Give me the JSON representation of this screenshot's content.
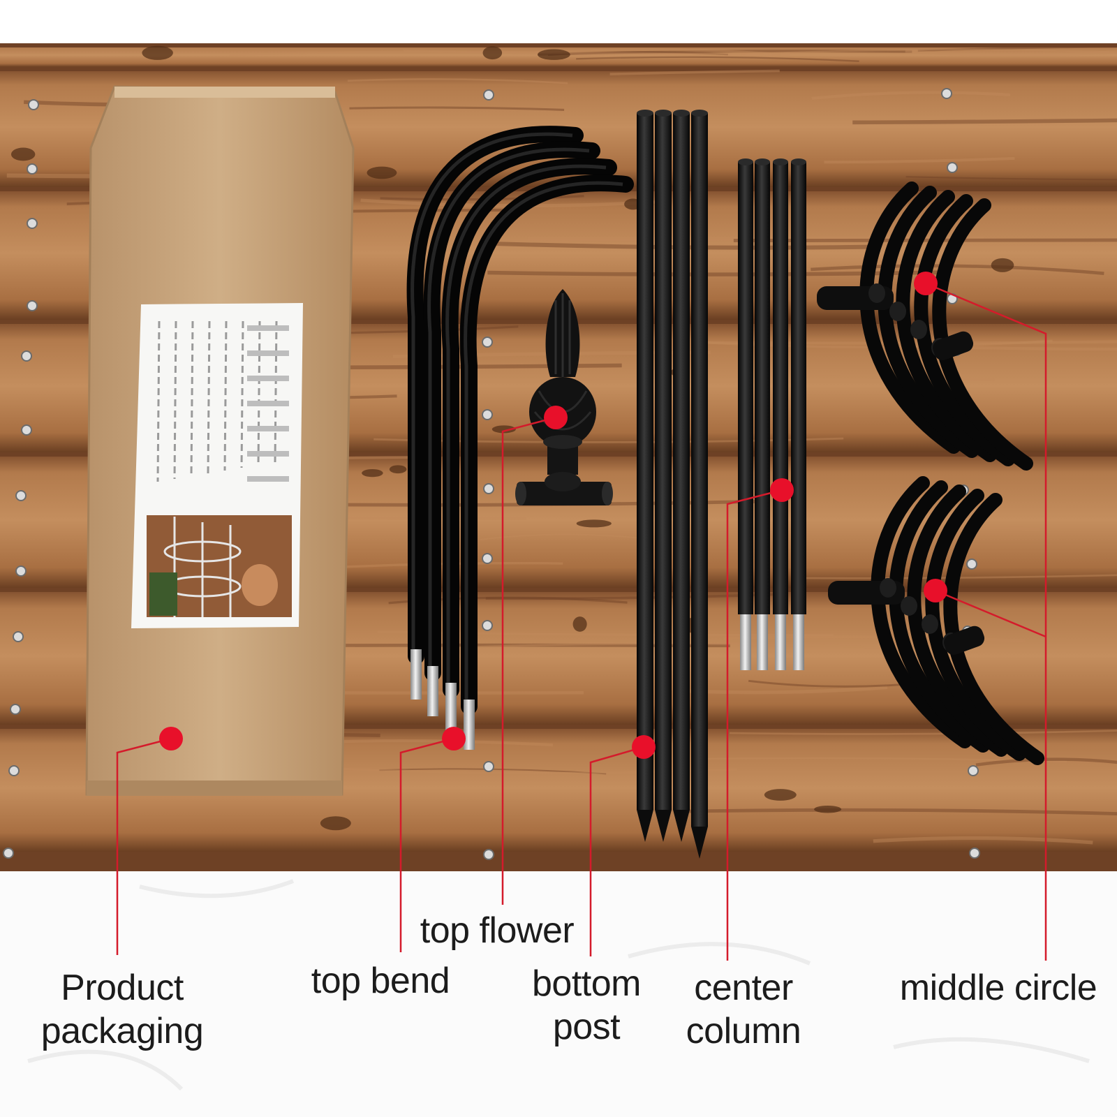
{
  "colors": {
    "wood_base": "#9a6238",
    "wood_light": "#c28a5c",
    "wood_dark": "#6e4125",
    "rod": "#141414",
    "marker": "#e8102a",
    "leader_line": "#d41b2b",
    "box": "#c9a57b",
    "label_text": "#1c1c1c"
  },
  "product_photo": {
    "packaging_label": "product instruction sheet with assembled trellis photo"
  },
  "callouts": [
    {
      "id": "product-packaging",
      "lines": [
        "Product",
        "packaging"
      ]
    },
    {
      "id": "top-bend",
      "lines": [
        "top bend"
      ]
    },
    {
      "id": "top-flower",
      "lines": [
        "top flower"
      ]
    },
    {
      "id": "bottom-post",
      "lines": [
        "bottom",
        "post"
      ]
    },
    {
      "id": "center-column",
      "lines": [
        "center",
        "column"
      ]
    },
    {
      "id": "middle-circle",
      "lines": [
        "middle circle"
      ]
    }
  ]
}
